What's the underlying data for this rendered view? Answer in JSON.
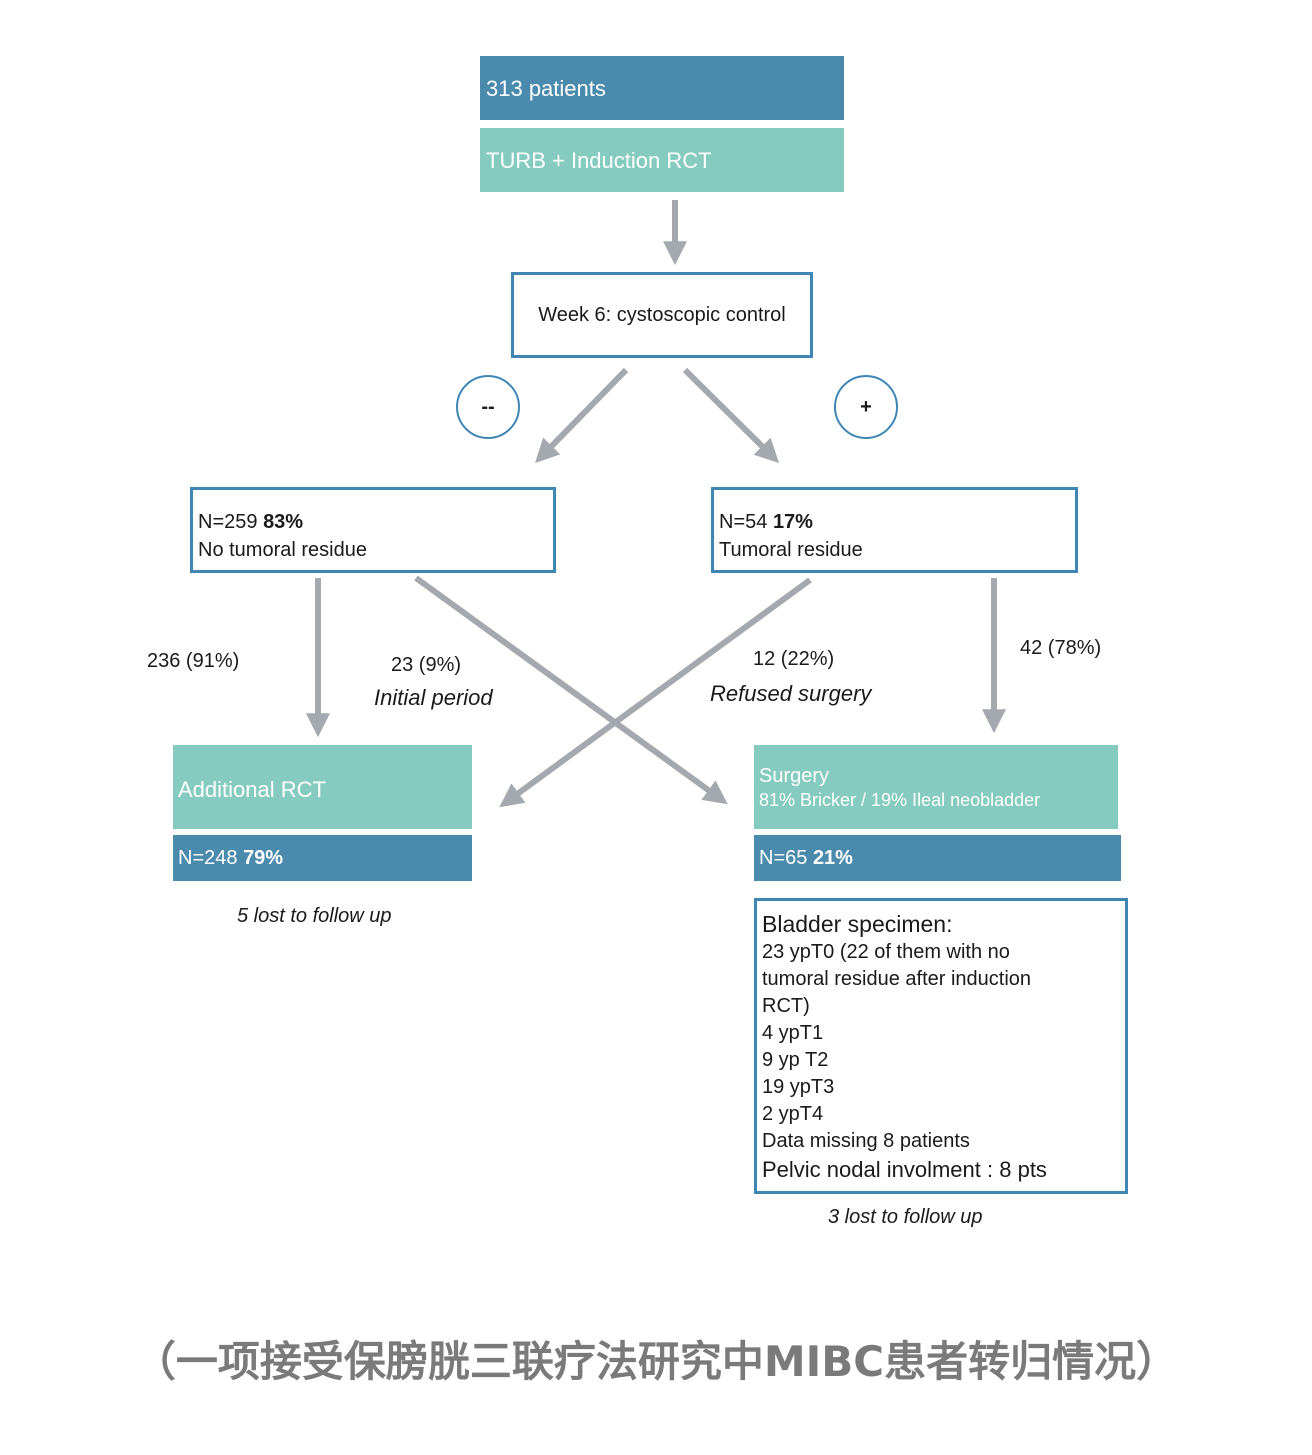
{
  "top": {
    "patients": "313 patients",
    "treatment": "TURB + Induction RCT"
  },
  "week6": "Week 6: cystoscopic control",
  "signs": {
    "negative": "--",
    "positive": "+"
  },
  "left_branch": {
    "n": "N=259",
    "pct": "83%",
    "label": "No tumoral residue"
  },
  "right_branch": {
    "n": "N=54",
    "pct": "17%",
    "label": "Tumoral residue"
  },
  "flows": {
    "left_down": "236 (91%)",
    "left_cross_count": "23 (9%)",
    "left_cross_reason": "Initial period",
    "right_cross_count": "12 (22%)",
    "right_cross_reason": "Refused surgery",
    "right_down": "42 (78%)"
  },
  "rct_outcome": {
    "title": "Additional RCT",
    "n": "N=248",
    "pct": "79%",
    "lost": "5 lost to follow up"
  },
  "surgery_outcome": {
    "title": "Surgery",
    "subtitle": "81% Bricker / 19% Ileal neobladder",
    "n": "N=65",
    "pct": "21%",
    "lost": "3 lost to follow up"
  },
  "specimen": {
    "heading": "Bladder specimen:",
    "lines": [
      "23 ypT0 (22 of them with no",
      "tumoral residue after induction",
      "RCT)",
      "4 ypT1",
      "9 yp T2",
      "19 ypT3",
      "2 ypT4",
      "Data missing 8 patients"
    ],
    "footer": "Pelvic nodal involment : 8 pts"
  },
  "caption": "（一项接受保膀胱三联疗法研究中MIBC患者转归情况）",
  "colors": {
    "dark_band": "#4a8aad",
    "teal_band": "#86cbbf",
    "border": "#3f86b5",
    "arrow": "#a3a9ae"
  }
}
